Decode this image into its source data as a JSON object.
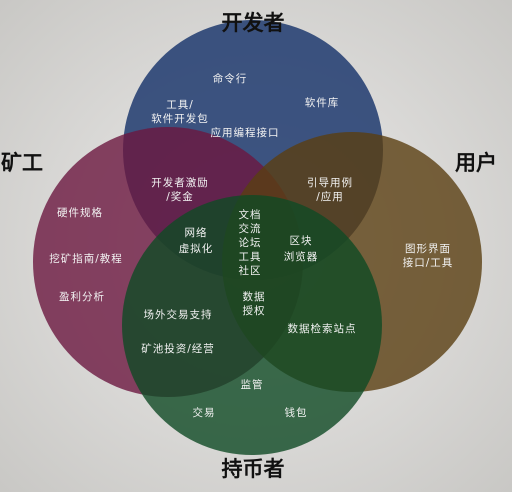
{
  "groups": {
    "developers": {
      "label": "开发者",
      "color": "#1f3a6e"
    },
    "miners": {
      "label": "矿工",
      "color": "#6b1840"
    },
    "users": {
      "label": "用户",
      "color": "#5a3e12"
    },
    "holders": {
      "label": "持币者",
      "color": "#0f4a24"
    }
  },
  "regions": {
    "dev_only": [
      "命令行",
      "软件库"
    ],
    "dev_tools": [
      "工具/",
      "软件开发包"
    ],
    "dev_api": [
      "应用编程接口"
    ],
    "dev_miner": [
      "开发者激励",
      "/奖金"
    ],
    "dev_user": [
      "引导用例",
      "/应用"
    ],
    "center": [
      "文档",
      "交流",
      "论坛",
      "工具",
      "社区"
    ],
    "dev_miner_holder": [
      "网络",
      "虚拟化"
    ],
    "dev_user_holder": [
      "区块",
      "浏览器"
    ],
    "miner_only_1": [
      "硬件规格"
    ],
    "miner_only_2": [
      "挖矿指南/教程"
    ],
    "miner_only_3": [
      "盈利分析"
    ],
    "miner_holder_1": [
      "场外交易支持"
    ],
    "miner_holder_2": [
      "矿池投资/经营"
    ],
    "miner_user_holder": [
      "数据",
      "授权"
    ],
    "user_holder": [
      "数据检索站点"
    ],
    "user_only": [
      "图形界面",
      "接口/工具"
    ],
    "holder_only_1": [
      "监管"
    ],
    "holder_only_2": [
      "交易"
    ],
    "holder_only_3": [
      "钱包"
    ]
  }
}
